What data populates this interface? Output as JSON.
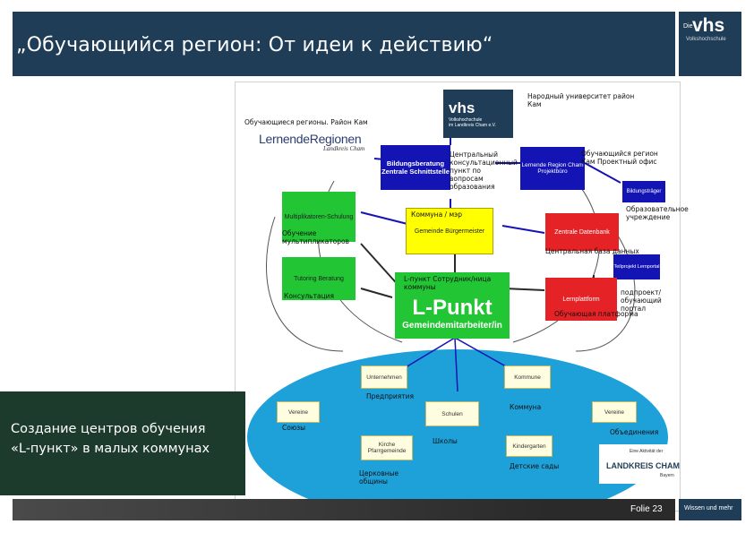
{
  "header": {
    "title": "„Обучающийся регион: От идеи к действию“",
    "logo": {
      "die": "Die",
      "vhs": "vhs",
      "subtitle": "Volkshochschule"
    }
  },
  "diagram": {
    "vhs_logo": {
      "brand": "vhs",
      "line1": "Volkshochschule",
      "line2": "im Landkreis Cham e.V."
    },
    "vhs_caption": "Народный университет район Кам",
    "lernende": {
      "caption": "Обучающиеся регионы. Район Кам",
      "logo_text": "LernendeRegionen",
      "logo_sub": "Landkreis Cham"
    },
    "bildungsberatung": {
      "text": "Bildungsberatung Zentrale Schnittstelle",
      "caption": "Центральный консультационный пункт по вопросам образования"
    },
    "lernende_cham": {
      "text": "Lernende Region Cham Projektbüro",
      "caption": "Обучающийся регион Кам Проектный офис"
    },
    "bildungstraeger": {
      "text": "Bildungsträger",
      "caption": "Образовательное учреждение"
    },
    "multiplikatoren": {
      "text": "Multiplikatoren-Schulung",
      "caption": "Обучение мультипликаторов"
    },
    "gemeinde": {
      "text": "Gemeinde Bürgermeister",
      "caption": "Коммуна / мэр"
    },
    "zentrale_datenbank": {
      "text": "Zentrale Datenbank",
      "caption": "Центральная база данных"
    },
    "tutoring": {
      "text": "Tutoring Beratung",
      "caption": "Консультация"
    },
    "lpunkt": {
      "text": "L-Punkt",
      "sub": "Gemeindemitarbeiter/in",
      "caption": "L-пункт Сотрудник/ница коммуны"
    },
    "teilprojekt": {
      "text": "Teilprojekt Lernportal",
      "caption": "подпроект/ обучающий портал"
    },
    "lernplattform": {
      "text": "Lernplattform",
      "caption": "Обучающая платформа"
    },
    "community": {
      "unternehmen": {
        "text": "Unternehmen",
        "caption": "Предприятия"
      },
      "kommune": {
        "text": "Kommune",
        "caption": "Коммуна"
      },
      "vereine": {
        "text": "Vereine",
        "caption": "Союзы"
      },
      "schulen": {
        "text": "Schulen",
        "caption": "Школы"
      },
      "vereine2": {
        "text": "Vereine",
        "caption": "Объединения"
      },
      "kirche": {
        "text": "Kirche Pfarrgemeinde",
        "caption": "Церковные общины"
      },
      "kindergarten": {
        "text": "Kindergarten",
        "caption": "Детские сады"
      }
    },
    "landkreis": {
      "line1": "Eine Aktivität der",
      "line2": "LANDKREIS CHAM",
      "line3": "Bayern"
    }
  },
  "caption": {
    "line1": "Создание центров обучения",
    "line2": "«L-пункт» в малых коммунах"
  },
  "footer": {
    "slide": "Folie 23",
    "brand": "Wissen und mehr"
  },
  "colors": {
    "navy": "#1f3d56",
    "green": "#22c533",
    "yellow": "#ffff00",
    "red": "#e52326",
    "blue": "#1414b4",
    "ellipse": "#1ea0d8"
  }
}
